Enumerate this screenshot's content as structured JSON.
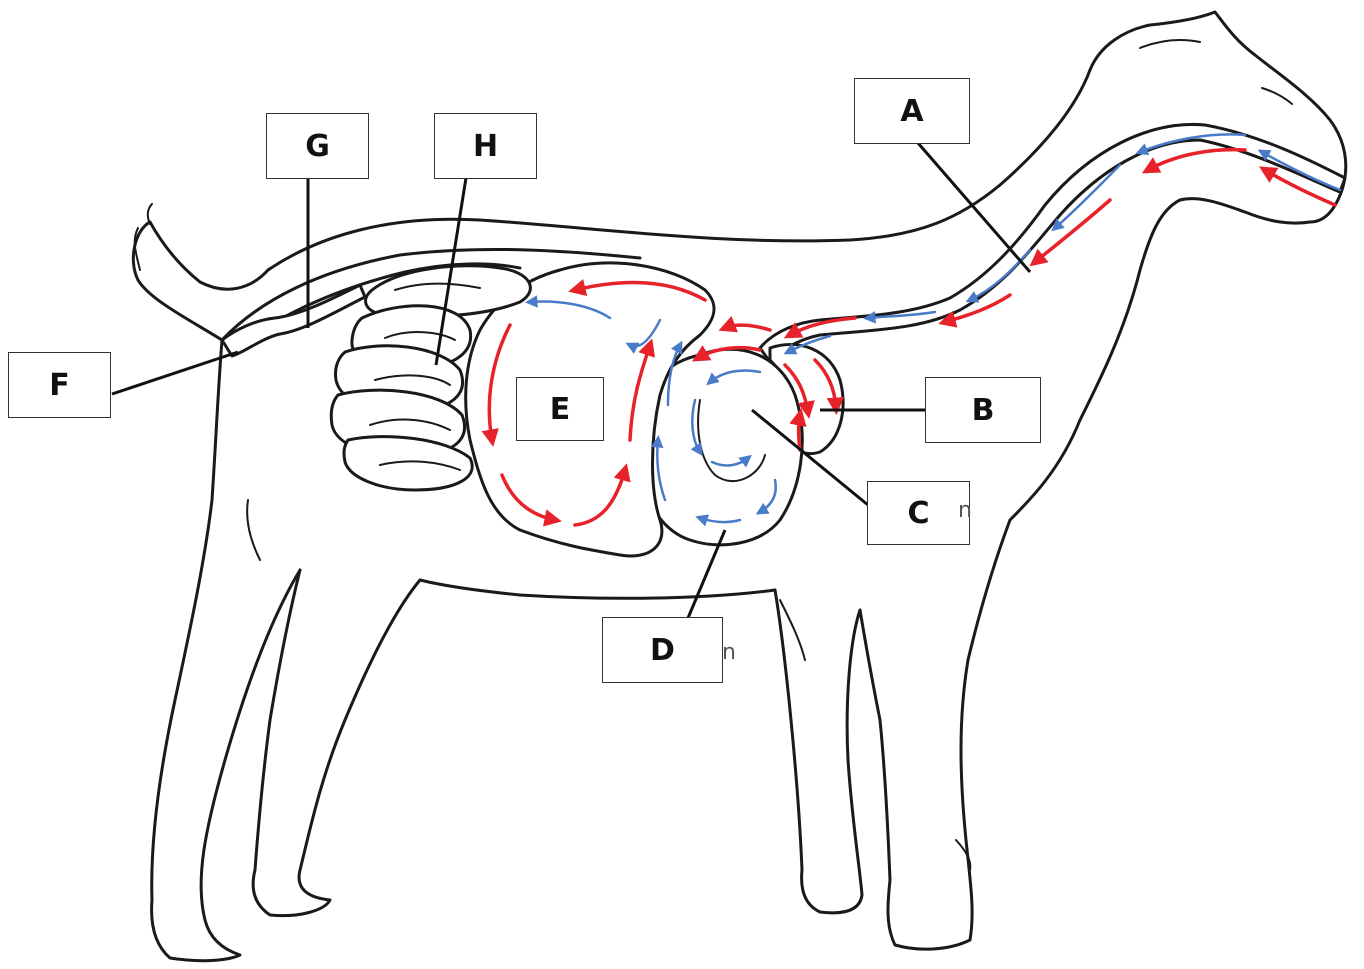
{
  "labels": {
    "A": "A",
    "B": "B",
    "C": "C",
    "D": "D",
    "E": "E",
    "F": "F",
    "G": "G",
    "H": "H"
  },
  "stray_marks": {
    "c_box": "n",
    "d_box": "n"
  },
  "colors": {
    "outline": "#1a1a1a",
    "forward_flow": "#e8222a",
    "return_flow": "#4a7bc8",
    "box_border": "#333333"
  }
}
